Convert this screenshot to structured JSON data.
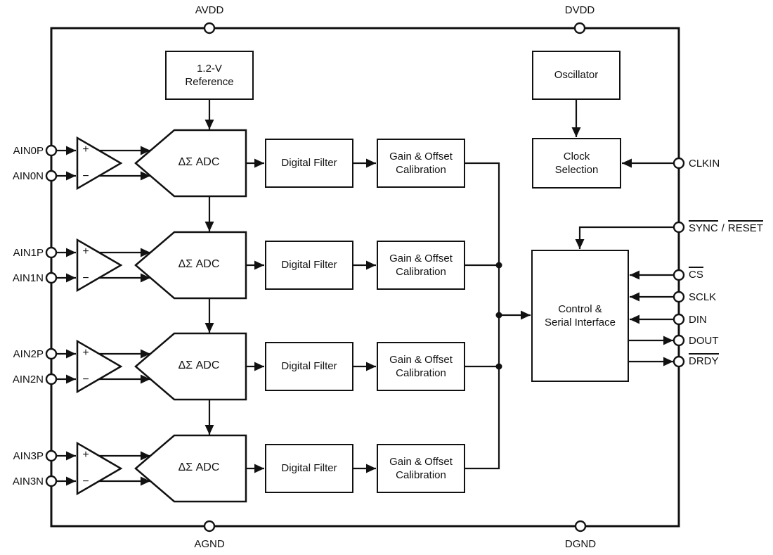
{
  "diagram": {
    "type": "functional-block-diagram",
    "colors": {
      "line": "#111111",
      "background": "#ffffff"
    },
    "pins": {
      "avdd": "AVDD",
      "dvdd": "DVDD",
      "agnd": "AGND",
      "dgnd": "DGND",
      "clkin": "CLKIN",
      "sync": "SYNC",
      "sync_separator": "/",
      "reset": "RESET",
      "cs": "CS",
      "sclk": "SCLK",
      "din": "DIN",
      "dout": "DOUT",
      "drdy": "DRDY"
    },
    "blocks": {
      "reference": {
        "line1": "1.2-V",
        "line2": "Reference"
      },
      "oscillator": {
        "label": "Oscillator"
      },
      "clock_selection": {
        "line1": "Clock",
        "line2": "Selection"
      },
      "control_serial": {
        "line1": "Control &",
        "line2": "Serial Interface"
      }
    },
    "rows": [
      {
        "pin_p": "AIN0P",
        "pin_n": "AIN0N",
        "amp_plus": "+",
        "amp_minus": "−",
        "adc": "ΔΣ ADC",
        "filter": "Digital Filter",
        "cal_line1": "Gain & Offset",
        "cal_line2": "Calibration"
      },
      {
        "pin_p": "AIN1P",
        "pin_n": "AIN1N",
        "amp_plus": "+",
        "amp_minus": "−",
        "adc": "ΔΣ ADC",
        "filter": "Digital Filter",
        "cal_line1": "Gain & Offset",
        "cal_line2": "Calibration"
      },
      {
        "pin_p": "AIN2P",
        "pin_n": "AIN2N",
        "amp_plus": "+",
        "amp_minus": "−",
        "adc": "ΔΣ ADC",
        "filter": "Digital Filter",
        "cal_line1": "Gain & Offset",
        "cal_line2": "Calibration"
      },
      {
        "pin_p": "AIN3P",
        "pin_n": "AIN3N",
        "amp_plus": "+",
        "amp_minus": "−",
        "adc": "ΔΣ ADC",
        "filter": "Digital Filter",
        "cal_line1": "Gain & Offset",
        "cal_line2": "Calibration"
      }
    ]
  }
}
